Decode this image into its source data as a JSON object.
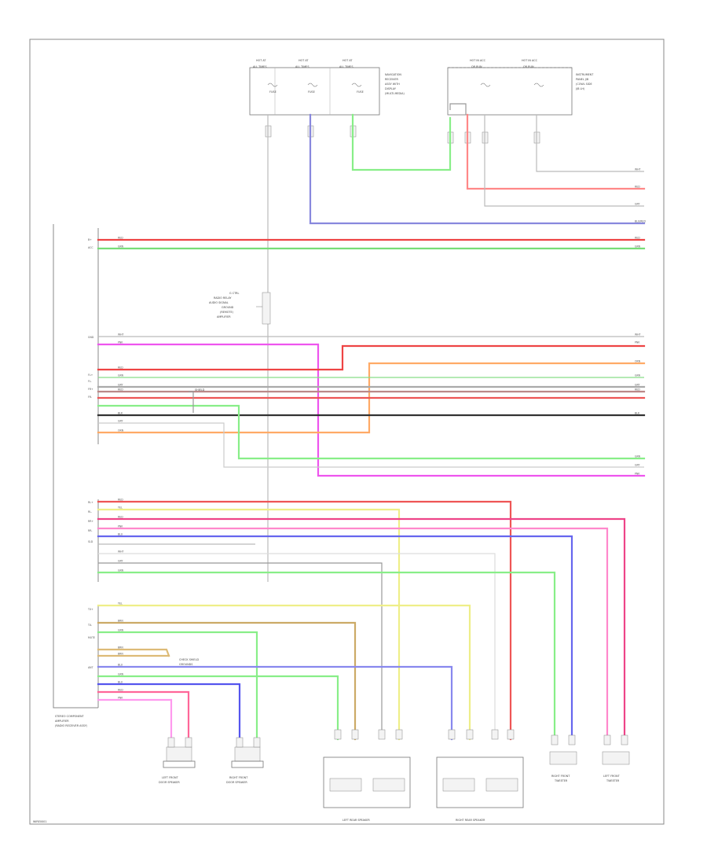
{
  "diagram": {
    "radio": {
      "title": [
        "STEREO COMPONENT",
        "AMPLIFIER",
        "(RADIO RECEIVER ASSY)"
      ]
    },
    "modules_top_left": {
      "note_lines": [
        "NAVIGATION",
        "RECEIVER",
        "ASSY WITH",
        "DISPLAY",
        "(MULTI-MEDIA)"
      ],
      "col_headers": [
        "HOT AT",
        "HOT AT",
        "HOT AT"
      ],
      "col_sub": [
        "ALL TIMES",
        "ALL TIMES",
        "ALL TIMES"
      ],
      "fuse_labels": [
        "FUSE",
        "FUSE",
        "FUSE"
      ]
    },
    "modules_top_right": {
      "note_lines": [
        "INSTRUMENT",
        "PANEL J/B",
        "(COWL SIDE",
        "J/B LH)"
      ],
      "col_headers": [
        "HOT IN ACC",
        "HOT IN ACC"
      ],
      "col_sub": [
        "OR RUN",
        "OR RUN"
      ]
    },
    "junction_note": [
      "G CTRL",
      "RADIO RELAY",
      "AUDIO SIGNAL",
      "GROUND",
      "(REMOTE)",
      "AMPLIFIER"
    ],
    "wire_codes": {
      "right_ends": [
        "WHT",
        "RED",
        "GRY",
        "BLU/RED",
        "RED",
        "GRN",
        "WHT",
        "PNK",
        "ORN",
        "GRN",
        "GRY",
        "RED",
        "BLK",
        "GRN",
        "GRY",
        "PNK"
      ],
      "left_labels": [
        "RED",
        "GRN",
        "WHT",
        "PNK",
        "RED",
        "GRN",
        "GRY",
        "RED",
        "BLK",
        "GRY",
        "ORN",
        "RED",
        "YEL",
        "RED",
        "PNK",
        "BLU",
        "WHT",
        "GRY",
        "GRN",
        "YEL",
        "BRN",
        "GRN",
        "BRN",
        "BRN",
        "BLU",
        "GRN",
        "BLU",
        "RED",
        "PNK"
      ]
    },
    "radio_pins": [
      "B+",
      "ACC",
      "GND",
      "FL+",
      "FL-",
      "FR+",
      "FR-",
      "RL+",
      "RL-",
      "RR+",
      "RR-",
      "SLD",
      "TX+",
      "TX-",
      "MUTE",
      "ANT"
    ],
    "shield_note": [
      "CHECK SHIELD",
      "GROUNDS"
    ],
    "speakers": {
      "left_front_door": [
        "LEFT FRONT",
        "DOOR SPEAKER"
      ],
      "right_front_door": [
        "RIGHT FRONT",
        "DOOR SPEAKER"
      ],
      "left_rear": "LEFT REAR SPEAKER",
      "right_rear": "RIGHT REAR SPEAKER",
      "right_front_tweeter": [
        "RIGHT FRONT",
        "TWEETER"
      ],
      "left_front_tweeter": [
        "LEFT FRONT",
        "TWEETER"
      ]
    },
    "footer_code": "WIRE0001"
  }
}
